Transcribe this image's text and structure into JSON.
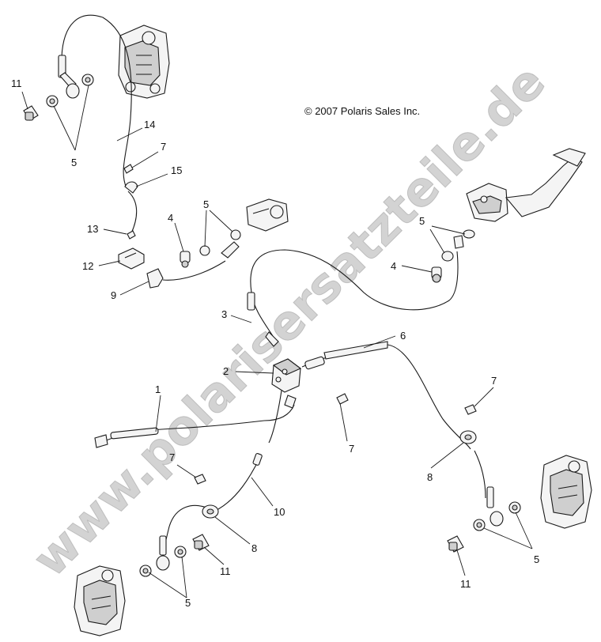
{
  "copyright": "© 2007 Polaris Sales Inc.",
  "watermark": "www.polarisersatzteile.de",
  "callouts": [
    "11",
    "5",
    "14",
    "7",
    "15",
    "13",
    "12",
    "9",
    "4",
    "5",
    "5",
    "4",
    "3",
    "2",
    "6",
    "1",
    "7",
    "7",
    "7",
    "8",
    "10",
    "8",
    "11",
    "5",
    "5",
    "11"
  ]
}
